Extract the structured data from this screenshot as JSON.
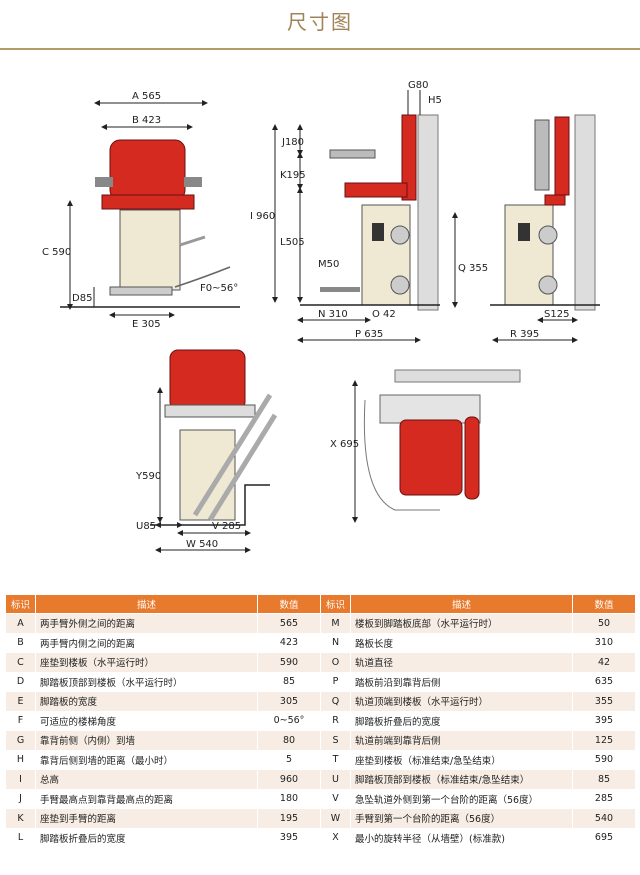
{
  "page": {
    "title": "尺寸图"
  },
  "diagram_labels": {
    "front_view": {
      "A": "A 565",
      "B": "B 423",
      "C": "C 590",
      "D": "D85",
      "E": "E 305",
      "F": "F0~56°"
    },
    "side_view": {
      "G": "G80",
      "H": "H5",
      "I": "I 960",
      "J": "J180",
      "K": "K195",
      "L": "L505",
      "M": "M50",
      "N": "N 310",
      "O": "O 42",
      "P": "P 635",
      "Q": "Q 355"
    },
    "folded_view": {
      "R": "R 395",
      "S": "S125"
    },
    "stairs_view": {
      "T": "Y590",
      "U": "U85",
      "V": "V 285",
      "W": "W 540"
    },
    "top_view": {
      "X": "X 695"
    }
  },
  "table": {
    "headers": [
      "标识",
      "描述",
      "数值",
      "标识",
      "描述",
      "数值"
    ],
    "rows": [
      [
        {
          "id": "A",
          "desc": "两手臂外侧之间的距离",
          "value": "565"
        },
        {
          "id": "M",
          "desc": "楼板到脚踏板底部（水平运行时）",
          "value": "50"
        }
      ],
      [
        {
          "id": "B",
          "desc": "两手臂内侧之间的距离",
          "value": "423"
        },
        {
          "id": "N",
          "desc": "路板长度",
          "value": "310"
        }
      ],
      [
        {
          "id": "C",
          "desc": "座垫到楼板（水平运行时）",
          "value": "590"
        },
        {
          "id": "O",
          "desc": "轨道直径",
          "value": "42"
        }
      ],
      [
        {
          "id": "D",
          "desc": "脚踏板顶部到楼板（水平运行时）",
          "value": "85"
        },
        {
          "id": "P",
          "desc": "踏板前沿到靠背后侧",
          "value": "635"
        }
      ],
      [
        {
          "id": "E",
          "desc": "脚踏板的宽度",
          "value": "305"
        },
        {
          "id": "Q",
          "desc": "轨道顶端到楼板（水平运行时）",
          "value": "355"
        }
      ],
      [
        {
          "id": "F",
          "desc": "可适应的楼梯角度",
          "value": "0~56°"
        },
        {
          "id": "R",
          "desc": "脚踏板折叠后的宽度",
          "value": "395"
        }
      ],
      [
        {
          "id": "G",
          "desc": "靠背前侧（内侧）到墙",
          "value": "80"
        },
        {
          "id": "S",
          "desc": "轨道前端到靠背后侧",
          "value": "125"
        }
      ],
      [
        {
          "id": "H",
          "desc": "靠背后侧到墙的距离（最小时）",
          "value": "5"
        },
        {
          "id": "T",
          "desc": "座垫到楼板（标准结束/急坠结束）",
          "value": "590"
        }
      ],
      [
        {
          "id": "I",
          "desc": "总高",
          "value": "960"
        },
        {
          "id": "U",
          "desc": "脚踏板顶部到楼板（标准结束/急坠结束）",
          "value": "85"
        }
      ],
      [
        {
          "id": "J",
          "desc": "手臂最高点到靠背最高点的距离",
          "value": "180"
        },
        {
          "id": "V",
          "desc": "急坠轨道外侧到第一个台阶的距离（56度）",
          "value": "285"
        }
      ],
      [
        {
          "id": "K",
          "desc": "座垫到手臂的距离",
          "value": "195"
        },
        {
          "id": "W",
          "desc": "手臂到第一个台阶的距离（56度）",
          "value": "540"
        }
      ],
      [
        {
          "id": "L",
          "desc": "脚踏板折叠后的宽度",
          "value": "395"
        },
        {
          "id": "X",
          "desc": "最小的旋转半径（从墙壁）(标准款)",
          "value": "695"
        }
      ]
    ]
  },
  "colors": {
    "accent": "#e87a2d",
    "title": "#a08458",
    "seat_red": "#d42a20",
    "body_beige": "#efe8d2"
  }
}
